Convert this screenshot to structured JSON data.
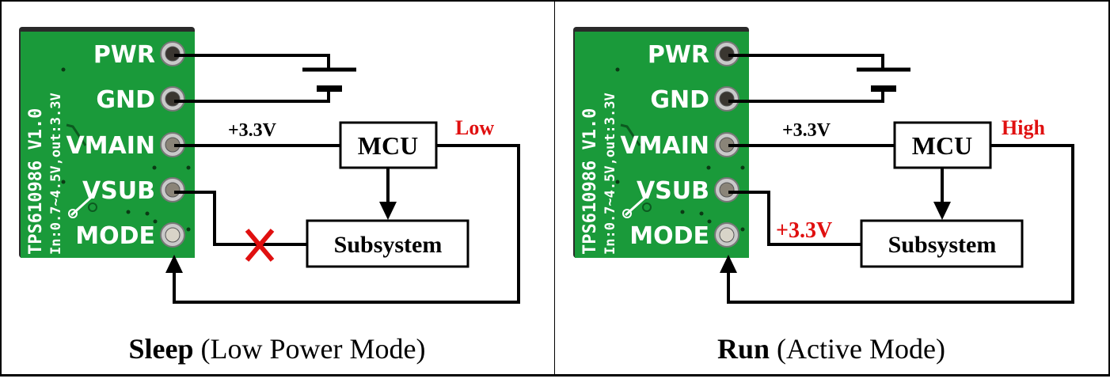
{
  "board": {
    "silkscreen_line1": "TPS610986 V1.0",
    "silkscreen_line2": "In:0.7~4.5V,out:3.3V",
    "pins": [
      "PWR",
      "GND",
      "VMAIN",
      "VSUB",
      "MODE"
    ],
    "color": "#1a9a3a"
  },
  "panels": [
    {
      "vmain_label": "+3.3V",
      "mcu_label": "MCU",
      "subsystem_label": "Subsystem",
      "mode_signal": "Low",
      "vsub_label": "",
      "vsub_connected": false,
      "caption_bold": "Sleep",
      "caption_rest": " (Low Power Mode)"
    },
    {
      "vmain_label": "+3.3V",
      "mcu_label": "MCU",
      "subsystem_label": "Subsystem",
      "mode_signal": "High",
      "vsub_label": "+3.3V",
      "vsub_connected": true,
      "caption_bold": "Run",
      "caption_rest": " (Active Mode)"
    }
  ],
  "colors": {
    "signal_red": "#e01010",
    "line": "#000000"
  }
}
